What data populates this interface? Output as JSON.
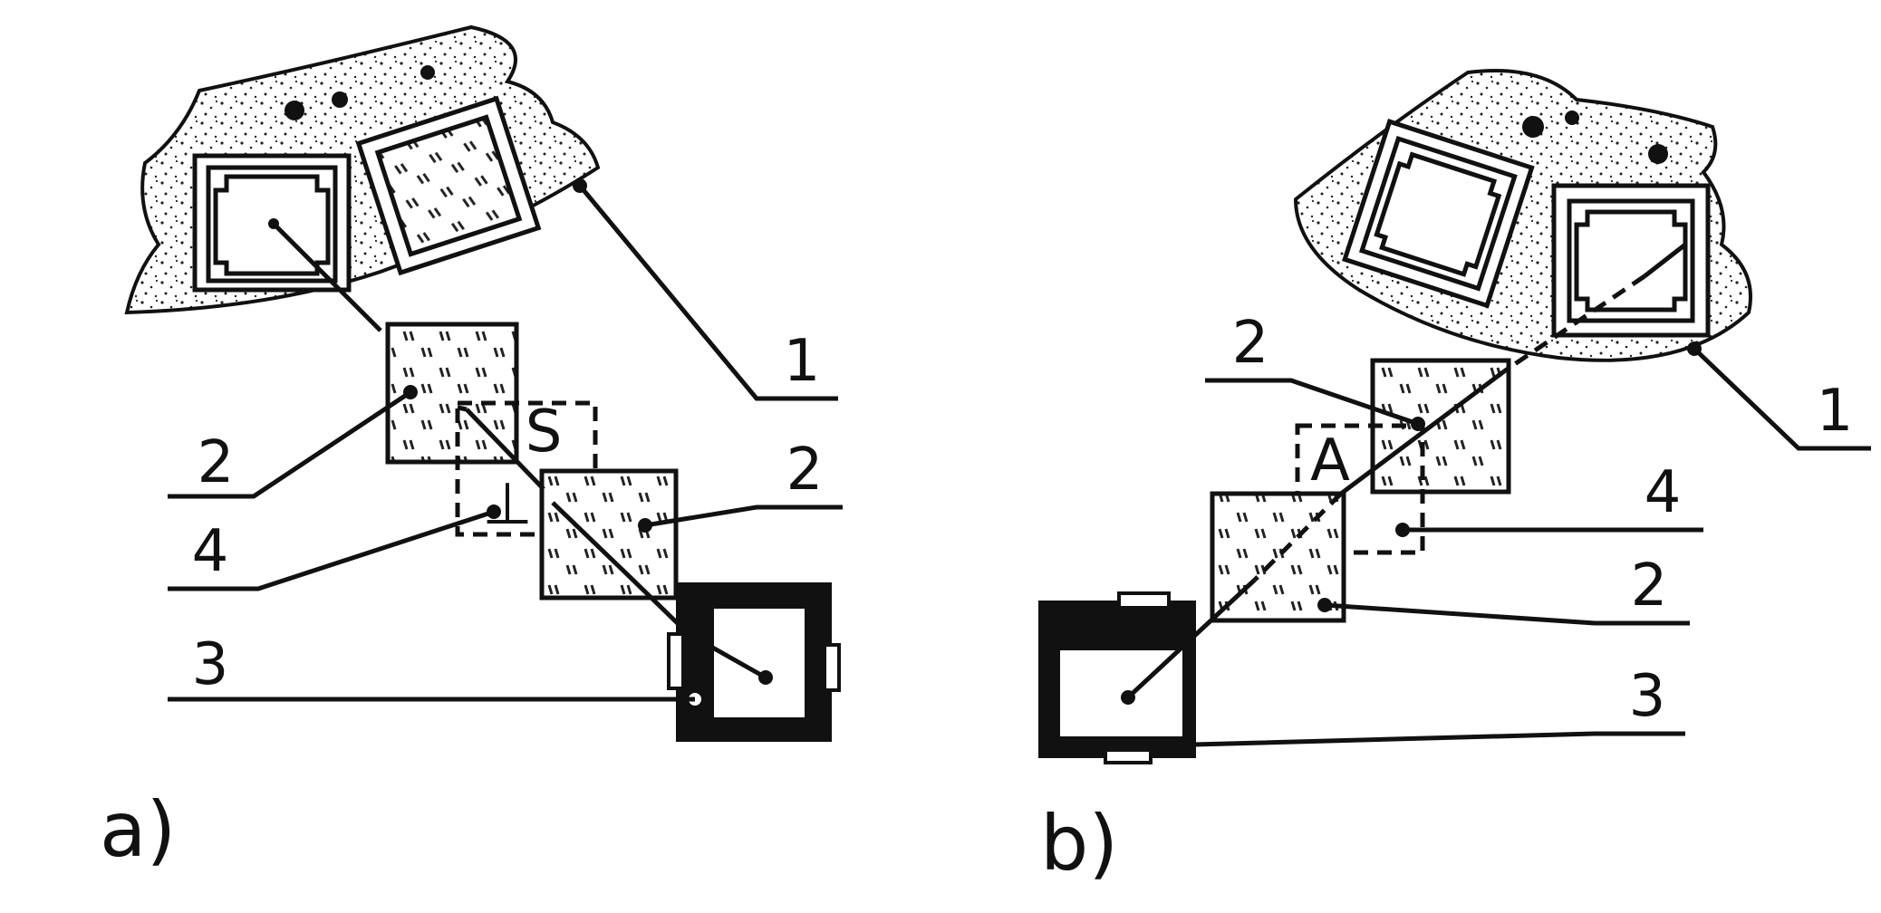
{
  "panels": [
    {
      "id": "a",
      "label": "a)",
      "callouts": {
        "part1": "1",
        "prism_upper": "2",
        "prism_lower": "2",
        "dashed_cell": "4",
        "eyepiece": "3"
      },
      "dashed_marks": {
        "top": "S",
        "bottom": "⊥"
      }
    },
    {
      "id": "b",
      "label": "b)",
      "callouts": {
        "part1": "1",
        "prism_upper": "2",
        "prism_lower": "2",
        "dashed_cell": "4",
        "eyepiece": "3"
      },
      "dashed_marks": {
        "top": "A"
      }
    }
  ],
  "colors": {
    "ink": "#111111",
    "paper": "#ffffff"
  }
}
